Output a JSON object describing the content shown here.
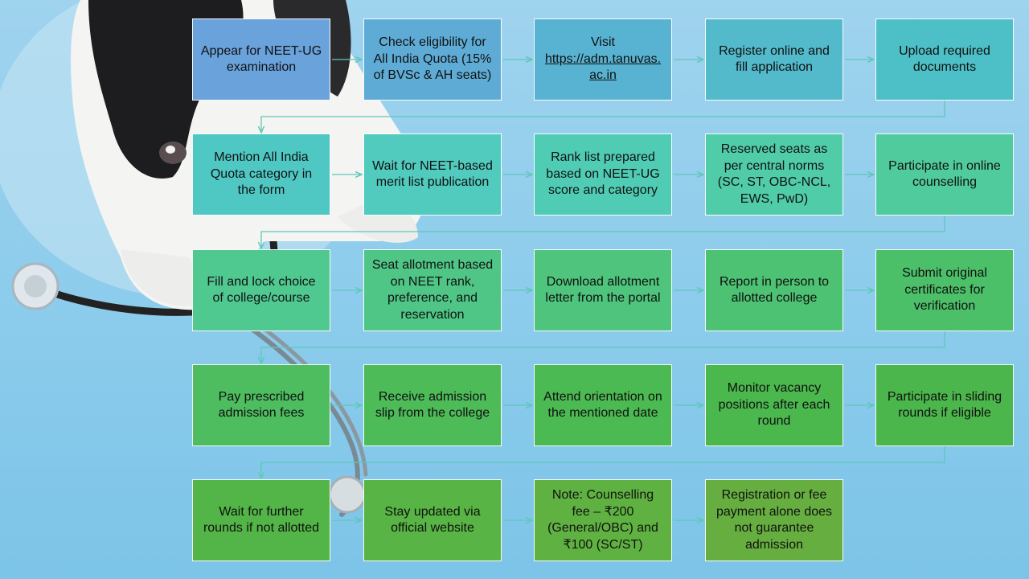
{
  "flowchart": {
    "colors": {
      "row1": [
        "#6aa2dc",
        "#5eacd6",
        "#58b3d2",
        "#52bacb",
        "#4cc0c6"
      ],
      "row2": [
        "#4fc8c4",
        "#50cbbd",
        "#50ccb4",
        "#50cca8",
        "#50cb9d"
      ],
      "row3": [
        "#50c991",
        "#4fc686",
        "#4ec47c",
        "#4dc272",
        "#4cbf69"
      ],
      "row4": [
        "#4dbd60",
        "#4dbb58",
        "#4cba52",
        "#4bb84e",
        "#4bb64b"
      ],
      "row5": [
        "#53b547",
        "#58b444",
        "#5fb242",
        "#66ae40"
      ],
      "connector": "#5ec8b8"
    },
    "steps": [
      {
        "id": 1,
        "text": "Appear for NEET-UG examination"
      },
      {
        "id": 2,
        "text": "Check eligibility for All India Quota (15% of BVSc & AH seats)"
      },
      {
        "id": 3,
        "prefix": "Visit",
        "link": "https://adm.tanuvas.ac.in"
      },
      {
        "id": 4,
        "text": "Register online and fill application"
      },
      {
        "id": 5,
        "text": "Upload required documents"
      },
      {
        "id": 6,
        "text": "Mention All India Quota category in the form"
      },
      {
        "id": 7,
        "text": "Wait for NEET-based merit list publication"
      },
      {
        "id": 8,
        "text": "Rank list prepared based on NEET-UG score and category"
      },
      {
        "id": 9,
        "text": "Reserved seats as per central norms (SC, ST, OBC-NCL, EWS, PwD)"
      },
      {
        "id": 10,
        "text": "Participate in online counselling"
      },
      {
        "id": 11,
        "text": "Fill and lock choice of college/course"
      },
      {
        "id": 12,
        "text": "Seat allotment based on NEET rank, preference, and reservation"
      },
      {
        "id": 13,
        "text": "Download allotment letter from the portal"
      },
      {
        "id": 14,
        "text": "Report in person to allotted college"
      },
      {
        "id": 15,
        "text": "Submit original certificates for verification"
      },
      {
        "id": 16,
        "text": "Pay prescribed admission fees"
      },
      {
        "id": 17,
        "text": "Receive admission slip from the college"
      },
      {
        "id": 18,
        "text": "Attend orientation on the mentioned date"
      },
      {
        "id": 19,
        "text": "Monitor vacancy positions after each round"
      },
      {
        "id": 20,
        "text": "Participate in sliding rounds if eligible"
      },
      {
        "id": 21,
        "text": "Wait for further rounds if not allotted"
      },
      {
        "id": 22,
        "text": "Stay updated via official website"
      },
      {
        "id": 23,
        "text": "Note: Counselling fee – ₹200 (General/OBC) and ₹100 (SC/ST)"
      },
      {
        "id": 24,
        "text": "Registration or fee payment alone does not guarantee admission"
      }
    ]
  }
}
